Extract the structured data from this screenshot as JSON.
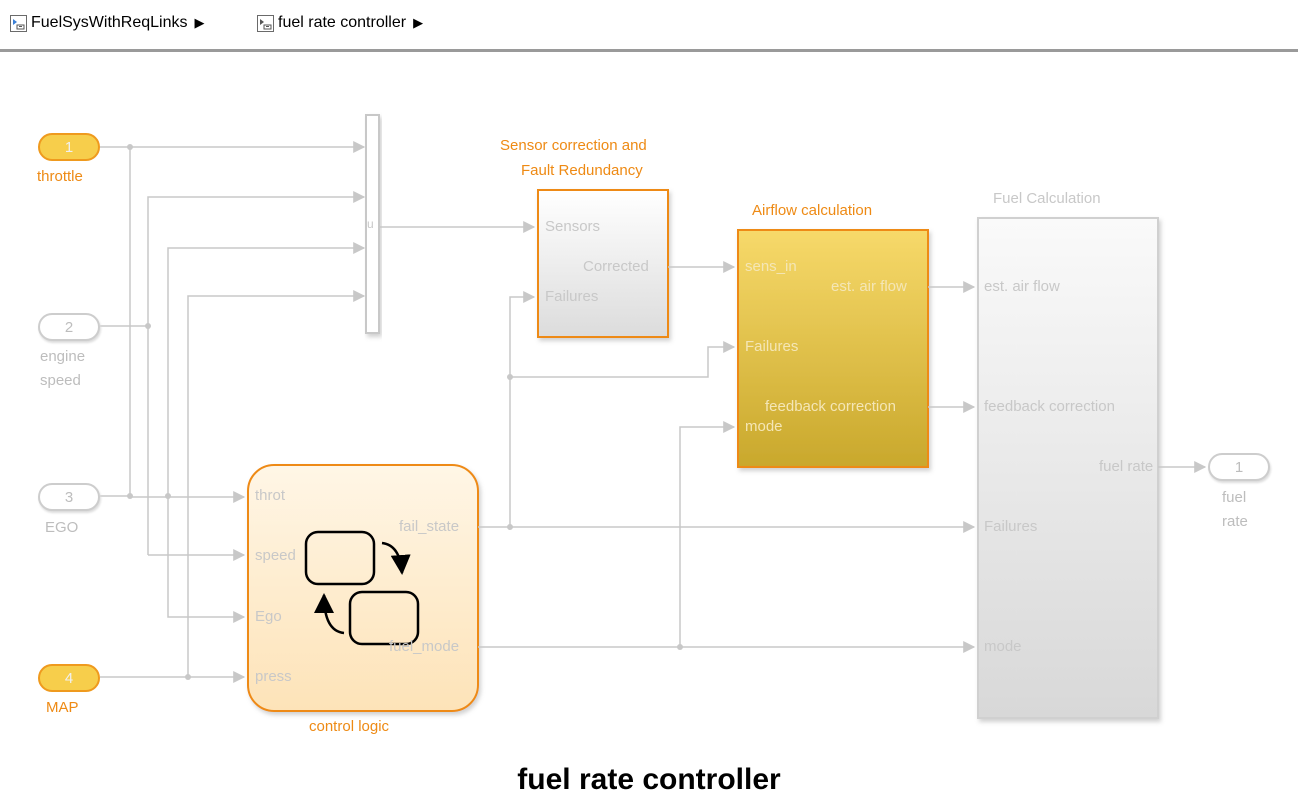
{
  "breadcrumb": {
    "items": [
      {
        "label": "FuelSysWithReqLinks"
      },
      {
        "label": "fuel rate controller"
      }
    ]
  },
  "diagram": {
    "title": "fuel rate controller",
    "inports": [
      {
        "number": "1",
        "label": "throttle",
        "active": true
      },
      {
        "number": "2",
        "label": "engine speed",
        "label_lines": [
          "engine",
          "speed"
        ],
        "active": false
      },
      {
        "number": "3",
        "label": "EGO",
        "active": false
      },
      {
        "number": "4",
        "label": "MAP",
        "active": true
      }
    ],
    "outports": [
      {
        "number": "1",
        "label_lines": [
          "fuel",
          "rate"
        ],
        "active": false
      }
    ],
    "blocks": {
      "sensor_correction": {
        "title_lines": [
          "Sensor correction and",
          "Fault Redundancy"
        ],
        "inputs": [
          "Sensors",
          "Failures"
        ],
        "outputs": [
          "Corrected"
        ]
      },
      "airflow": {
        "title": "Airflow calculation",
        "inputs": [
          "sens_in",
          "Failures",
          "mode"
        ],
        "outputs": [
          "est. air flow",
          "feedback correction"
        ]
      },
      "fuel_calculation": {
        "title": "Fuel  Calculation",
        "inputs": [
          "est. air flow",
          "feedback correction",
          "Failures",
          "mode"
        ],
        "outputs": [
          "fuel rate"
        ]
      },
      "control_logic": {
        "title": "control logic",
        "inputs": [
          "throt",
          "speed",
          "Ego",
          "press"
        ],
        "outputs": [
          "fail_state",
          "fuel_mode"
        ]
      },
      "mux": {
        "port_label": "u"
      }
    },
    "colors": {
      "active_accent": "#ee8a14",
      "active_inport_fill": "#f7ce4b",
      "inactive_signal": "#c8c8c8",
      "airflow_fill": "#e0c040"
    }
  }
}
